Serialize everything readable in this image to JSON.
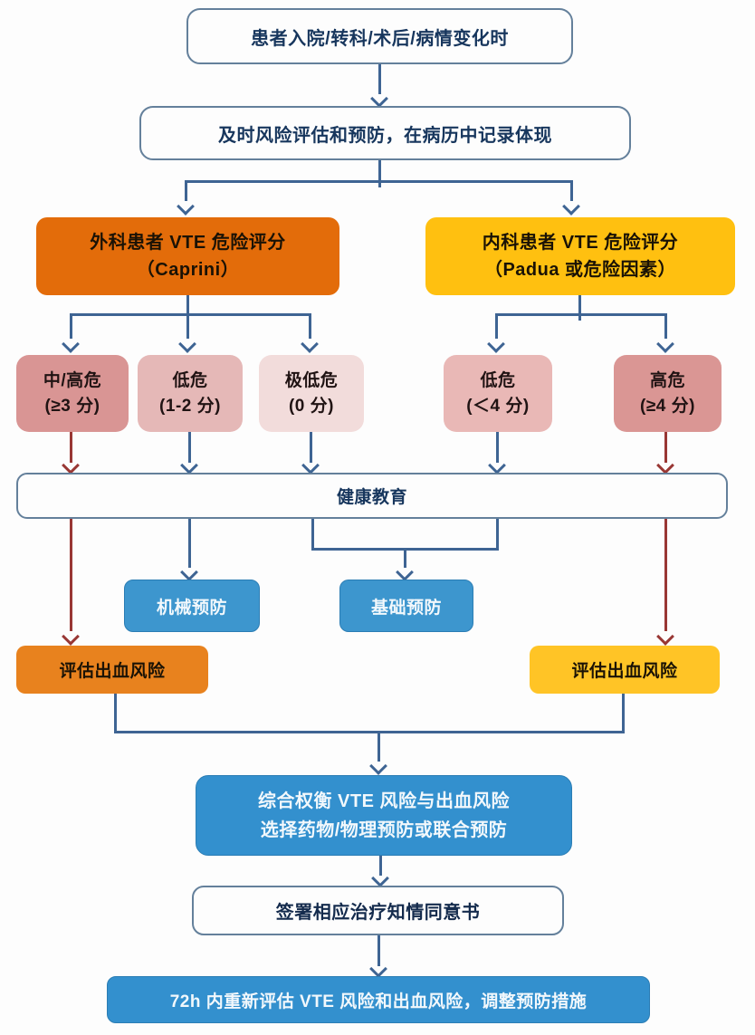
{
  "nodes": {
    "start": {
      "text": "患者入院/转科/术后/病情变化时"
    },
    "assess": {
      "text": "及时风险评估和预防，在病历中记录体现"
    },
    "surgical": {
      "line1": "外科患者 VTE 危险评分",
      "line2": "（Caprini）"
    },
    "medical": {
      "line1": "内科患者 VTE 危险评分",
      "line2": "（Padua 或危险因素）"
    },
    "risk_mid_high": {
      "line1": "中/高危",
      "line2": "(≥3 分)"
    },
    "risk_low_surg": {
      "line1": "低危",
      "line2": "(1-2 分)"
    },
    "risk_very_low": {
      "line1": "极低危",
      "line2": "(0 分)"
    },
    "risk_low_med": {
      "line1": "低危",
      "line2": "(＜4 分)"
    },
    "risk_high_med": {
      "line1": "高危",
      "line2": "(≥4 分)"
    },
    "education": {
      "text": "健康教育"
    },
    "mechanical": {
      "text": "机械预防"
    },
    "basic": {
      "text": "基础预防"
    },
    "bleed_left": {
      "text": "评估出血风险"
    },
    "bleed_right": {
      "text": "评估出血风险"
    },
    "weigh": {
      "line1": "综合权衡 VTE 风险与出血风险",
      "line2": "选择药物/物理预防或联合预防"
    },
    "consent": {
      "text": "签署相应治疗知情同意书"
    },
    "review": {
      "text": "72h 内重新评估 VTE 风险和出血风险，调整预防措施"
    }
  },
  "colors": {
    "line_blue": "#3E6493",
    "line_red": "#993734",
    "orange": "#E36C0A",
    "orange_light": "#E8821E",
    "yellow": "#FFC010",
    "yellow_light": "#FFC426",
    "pink_dark": "#D99594",
    "pink_medium": "#E5B8B7",
    "pink_light": "#F2DCDB",
    "blue_box": "#3390CE",
    "navy_text": "#17365D",
    "white_box_border": "#64809B"
  }
}
